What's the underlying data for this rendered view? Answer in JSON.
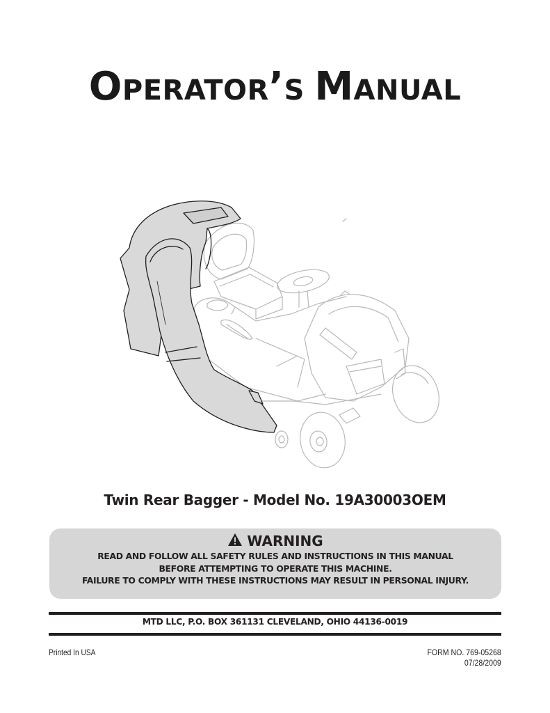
{
  "header": {
    "title_parts": [
      {
        "text": "O",
        "size": "big"
      },
      {
        "text": "PERATOR",
        "size": "small"
      },
      {
        "text": "’",
        "size": "big"
      },
      {
        "text": "S ",
        "size": "small"
      },
      {
        "text": "M",
        "size": "big"
      },
      {
        "text": "ANUAL",
        "size": "small"
      }
    ],
    "title_full": "Operator's Manual"
  },
  "illustration": {
    "description": "Riding lawn tractor with twin rear bagger attachment (bagger highlighted in gray)",
    "highlight_color": "#d9d9d9",
    "outline_color": "#231f20",
    "tractor_line_color": "#b5b5b5"
  },
  "product": {
    "model_line": "Twin Rear Bagger - Model No. 19A30003OEM"
  },
  "warning": {
    "icon": "warning-triangle-icon",
    "heading": "WARNING",
    "lines": [
      "READ AND FOLLOW ALL SAFETY RULES AND INSTRUCTIONS IN THIS MANUAL",
      "BEFORE ATTEMPTING TO OPERATE THIS MACHINE.",
      "FAILURE TO COMPLY WITH THESE INSTRUCTIONS MAY RESULT IN PERSONAL INJURY."
    ],
    "background": "#d6d6d6"
  },
  "footer": {
    "address": "MTD LLC, P.O. BOX 361131 CLEVELAND, OHIO 44136-0019",
    "printed": "Printed In USA",
    "form_number": "FORM NO. 769-05268",
    "date": "07/28/2009"
  }
}
